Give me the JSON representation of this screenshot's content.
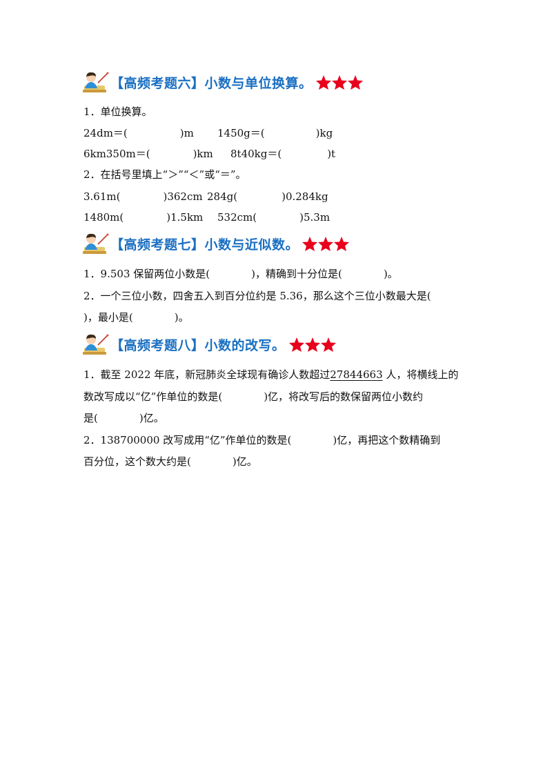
{
  "sections": [
    {
      "title": "【高频考题六】小数与单位换算。",
      "q1_title": "1．单位换算。",
      "conv": [
        {
          "left": "24dm＝(",
          "right": ")m"
        },
        {
          "left": "1450g＝(",
          "right": ")kg"
        },
        {
          "left": "6km350m＝(",
          "right": ")km"
        },
        {
          "left": "8t40kg＝(",
          "right": ")t"
        }
      ],
      "q2_title": "2．在括号里填上“＞”“＜”或“＝”。",
      "cmp": [
        {
          "left": "3.61m(",
          "right": ")362cm"
        },
        {
          "left": "284g(",
          "right": ")0.284kg"
        },
        {
          "left": "1480m(",
          "right": ")1.5km"
        },
        {
          "left": "532cm(",
          "right": ")5.3m"
        }
      ]
    },
    {
      "title": "【高频考题七】小数与近似数。",
      "q1_a": "1．9.503 保留两位小数是(",
      "q1_b": ")，精确到十分位是(",
      "q1_c": ")。",
      "q2_line1": "2．一个三位小数，四舍五入到百分位约是 5.36，那么这个三位小数最大是(",
      "q2_line2_a": ")，最小是(",
      "q2_line2_b": ")。"
    },
    {
      "title": "【高频考题八】小数的改写。",
      "q1_line1_a": "1．截至 2022 年底，新冠肺炎全球现有确诊人数超过",
      "q1_number": "27844663",
      "q1_line1_b": "人，将横线上的",
      "q1_line2_a": "数改写成以“亿”作单位的数是(",
      "q1_line2_b": ")亿，将改写后的数保留两位小数约",
      "q1_line3_a": "是(",
      "q1_line3_b": ")亿。",
      "q2_line1_a": "2．138700000 改写成用“亿”作单位的数是(",
      "q2_line1_b": ")亿，再把这个数精确到",
      "q2_line2_a": "百分位，这个数大约是(",
      "q2_line2_b": ")亿。"
    }
  ],
  "colors": {
    "heading": "#1a6fc2",
    "star": "#e8001c"
  }
}
